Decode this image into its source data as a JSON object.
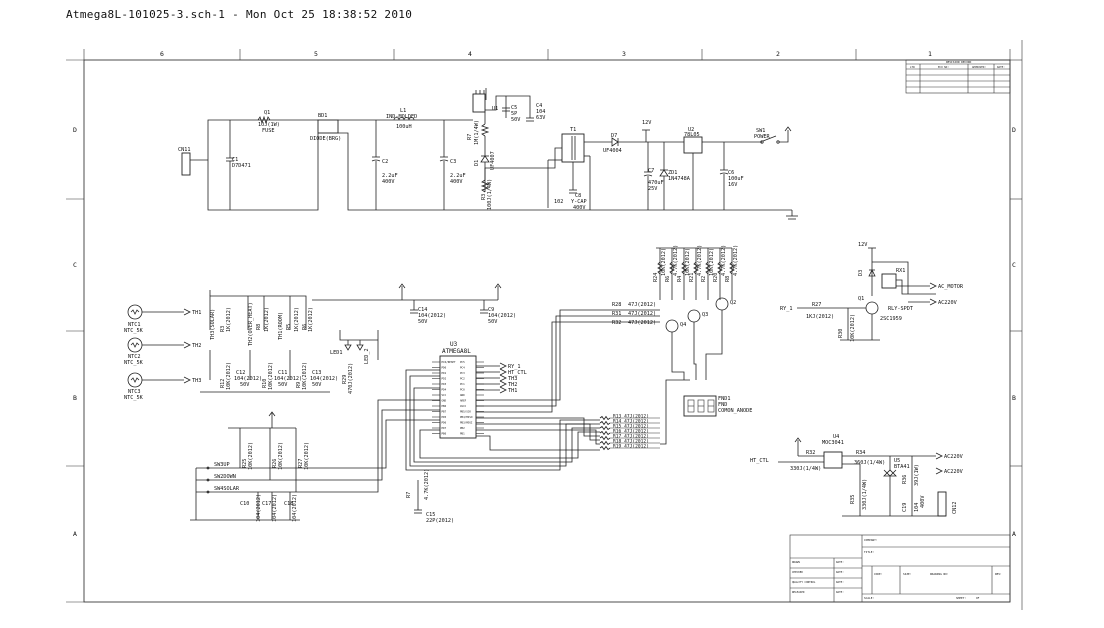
{
  "header": {
    "title": "Atmega8L-101025-3.sch-1 - Mon Oct 25 18:38:52 2010"
  },
  "frame": {
    "columns": [
      "6",
      "5",
      "4",
      "3",
      "2",
      "1"
    ],
    "rows": [
      "D",
      "C",
      "B",
      "A"
    ]
  },
  "power_section": {
    "cn1": "CN11",
    "c1": {
      "ref": "C1",
      "value": "D7D471"
    },
    "q1": {
      "ref": "Q1",
      "value": "1OJ(1W)",
      "desc": "FUSE"
    },
    "bd1": {
      "ref": "BD1",
      "value": "DIODE(BRG)"
    },
    "l1": {
      "ref": "L1",
      "value": "IND-MOLDED",
      "val2": "100uH"
    },
    "c2": {
      "ref": "C2",
      "value": "2.2uF",
      "volt": "400V"
    },
    "c3": {
      "ref": "C3",
      "value": "2.2uF",
      "volt": "400V"
    },
    "c4": {
      "ref": "C4",
      "value": "104",
      "volt": "63V"
    },
    "c5": {
      "ref": "C5",
      "value": "5P",
      "volt": "50V"
    },
    "r_snub": {
      "ref": "R7",
      "value": "1M(1/4W)"
    },
    "d_snub": {
      "ref": "D1",
      "value": "UF4007"
    },
    "r3": {
      "ref": "R3",
      "value": "100J(1/4W)"
    },
    "u1": "U1",
    "t1": "T1",
    "c8": {
      "ref": "C8",
      "value": "102",
      "desc": "Y-CAP",
      "volt": "400V"
    },
    "d7": {
      "ref": "D7",
      "value": "UF4004"
    },
    "c7": {
      "ref": "C7",
      "value": "470uF",
      "volt": "25V"
    },
    "zd1": {
      "ref": "ZD1",
      "value": "1N4748A"
    },
    "u2": {
      "ref": "U2",
      "value": "78L05"
    },
    "c6": {
      "ref": "C6",
      "value": "100uF",
      "volt": "16V"
    },
    "sw1": {
      "ref": "SW1",
      "desc": "POWER"
    },
    "rail12": "12V"
  },
  "sensor_section": {
    "ntc": [
      {
        "ref": "NTC1",
        "value": "NTC_5K",
        "net": "TH1"
      },
      {
        "ref": "NTC2",
        "value": "NTC_5K",
        "net": "TH2"
      },
      {
        "ref": "NTC3",
        "value": "NTC_5K",
        "net": "TH3"
      }
    ],
    "pullups": [
      {
        "ref": "R3",
        "value": "1K(2012)",
        "label": "TH3(SOLAR)"
      },
      {
        "ref": "R8",
        "value": "1K(2012)",
        "label": "TH2(OVER_HEAT)"
      },
      {
        "ref": "R5",
        "value": "1K(2012)",
        "label": "TH1(ROOM)"
      },
      {
        "ref": "R6",
        "value": "1K(2012)",
        "label": ""
      }
    ],
    "filters": [
      {
        "ref": "R12",
        "value": "10K(2012)"
      },
      {
        "ref": "C12",
        "value": "104(2012)",
        "volt": "50V"
      },
      {
        "ref": "R10",
        "value": "10K(2012)"
      },
      {
        "ref": "C11",
        "value": "104(2012)",
        "volt": "50V"
      },
      {
        "ref": "R9",
        "value": "10K(2012)"
      },
      {
        "ref": "C13",
        "value": "104(2012)",
        "volt": "50V"
      }
    ]
  },
  "mcu_section": {
    "c14": {
      "ref": "C14",
      "value": "104(2012)",
      "volt": "50V"
    },
    "c9": {
      "ref": "C9",
      "value": "104(2012)",
      "volt": "50V"
    },
    "led1": "LED1",
    "led2": "LED_2",
    "r29": {
      "ref": "R29",
      "value": "470J(2012)"
    },
    "u3": {
      "ref": "U3",
      "value": "ATMEGA8L"
    },
    "left_pins": [
      "PC6/RESET",
      "PD0",
      "PD1",
      "PD2",
      "PD3",
      "PD4",
      "VCC",
      "GND",
      "PB6",
      "PB7",
      "PD5",
      "PD6",
      "PD7",
      "PB0"
    ],
    "right_pins": [
      "PC5",
      "PC4",
      "PC3",
      "PC2",
      "PC1",
      "PC0",
      "GND",
      "AREF",
      "AVCC",
      "PB5/SCK",
      "PB4/MISO",
      "PB3/MOSI",
      "PB2",
      "PB1"
    ],
    "nets": [
      "RY_1",
      "HT_CTL",
      "TH3",
      "TH2",
      "TH1"
    ],
    "r_x": {
      "ref": "R7",
      "value": "4.7K(2012)"
    },
    "c15": {
      "ref": "C15",
      "value": "22P(2012)"
    }
  },
  "switch_section": {
    "switches": [
      "SW3UP",
      "SW2DOWN",
      "SW4SOLAR"
    ],
    "resistors": [
      {
        "ref": "R25",
        "value": "10K(2012)"
      },
      {
        "ref": "R26",
        "value": "10K(2012)"
      },
      {
        "ref": "R27",
        "value": "10K(2012)"
      }
    ],
    "caps": [
      {
        "ref": "C10",
        "value": "104(2012)"
      },
      {
        "ref": "C17",
        "value": "104(2012)"
      },
      {
        "ref": "C18",
        "value": "104(2012)"
      }
    ]
  },
  "display_section": {
    "drivers": [
      {
        "ref": "R28",
        "value": "47J(2012)"
      },
      {
        "ref": "R31",
        "value": "47J(2012)"
      },
      {
        "ref": "R32",
        "value": "47J(2012)"
      }
    ],
    "transistors": [
      "Q4",
      "Q3",
      "Q2"
    ],
    "top_res": [
      "R24",
      "R6",
      "R4",
      "R21",
      "R2",
      "R20",
      "R8"
    ],
    "top_vals": [
      "10K(2012)",
      "4.7K(2012)",
      "10K(2012)",
      "4.7K(2012)",
      "10K(2012)",
      "4.7K(2012)",
      "4.7K(2012)"
    ],
    "seg_res": [
      "R13 47J(2012)",
      "R14 47J(2012)",
      "R15 47J(2012)",
      "R16 47J(2012)",
      "R17 47J(2012)",
      "R18 47J(2012)",
      "R19 47J(2012)"
    ],
    "fnd": {
      "ref": "FND1",
      "name": "FND",
      "desc": "COMON_ANODE"
    }
  },
  "relay_section": {
    "rail12": "12V",
    "d3": "D3",
    "rx1": "RX1",
    "q1": {
      "ref": "Q1",
      "value": "2SC1959"
    },
    "r27": {
      "ref": "R27",
      "value": "1KJ(2012)"
    },
    "r30": {
      "ref": "R30",
      "value": "10K(2012)"
    },
    "net_in": "RY_1",
    "relay": "RLY-SPDT",
    "ac_motor": "AC_MOTOR",
    "ac220": "AC220V"
  },
  "triac_section": {
    "u4": {
      "ref": "U4",
      "value": "MOC3041"
    },
    "r32": "R32",
    "r_in": "330J(1/4W)",
    "r34": {
      "ref": "R34",
      "value": "360J(1/4W)"
    },
    "u5": {
      "ref": "U5",
      "value": "BTA41"
    },
    "r35": {
      "ref": "R35",
      "value": "330J(1/4W)"
    },
    "r36": {
      "ref": "R36",
      "value": "39J(1W)"
    },
    "c19": {
      "ref": "C19",
      "value": "104",
      "volt": "400V"
    },
    "cn12": "CN12",
    "net_in": "HT_CTL",
    "ac220a": "AC220V",
    "ac220b": "AC220V"
  },
  "title_block": {
    "rows_left": [
      "DRAWN",
      "CHECKED",
      "QUALITY CONTROL",
      "RELEASED"
    ],
    "date": "DATE:",
    "company": "COMPANY:",
    "title": "TITLE:",
    "code": "CODE:",
    "size": "SIZE:",
    "drawing_no": "DRAWING NO:",
    "rev": "REV:",
    "scale": "SCALE:",
    "sheet": "SHEET:",
    "of": "OF"
  },
  "revision_block": {
    "title": "REVISION RECORD",
    "cols": [
      "LTR",
      "ECO NO:",
      "APPROVED:",
      "DATE:"
    ]
  }
}
